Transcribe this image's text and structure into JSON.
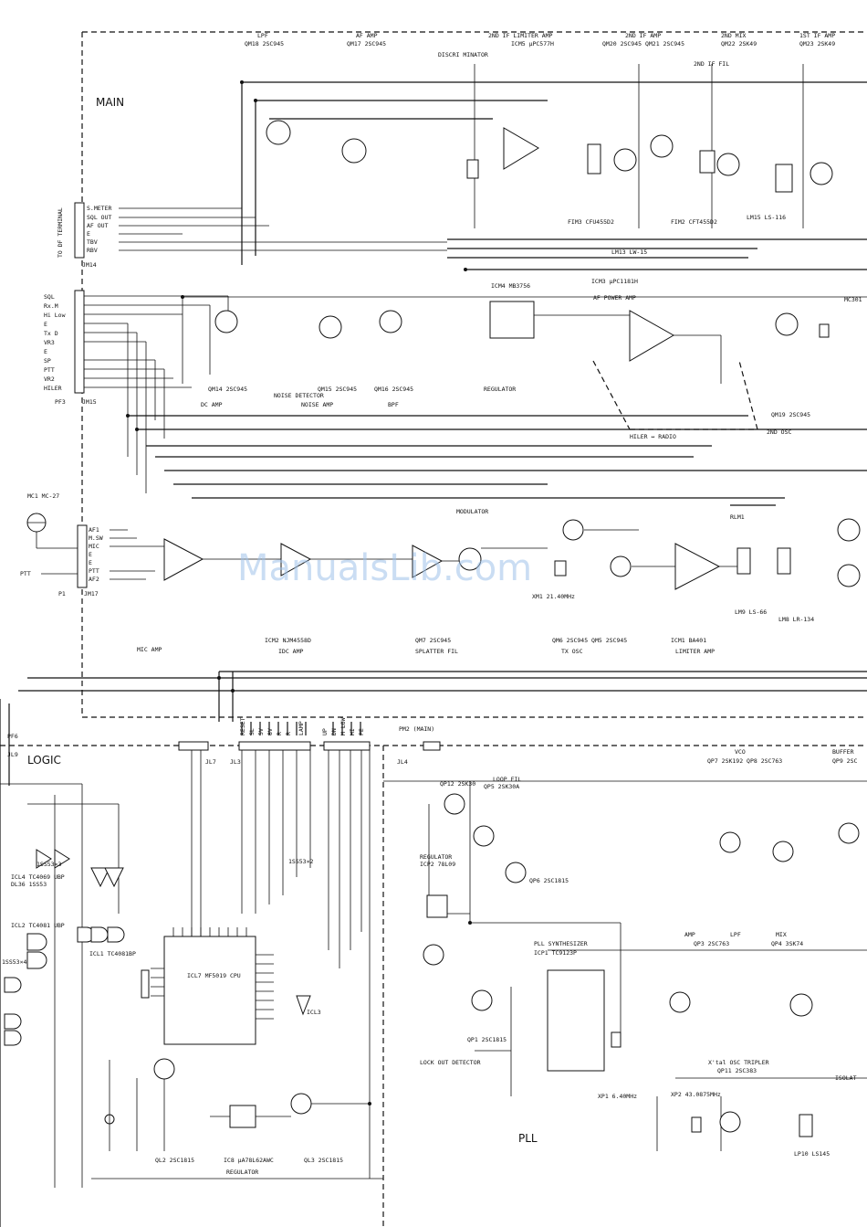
{
  "sections": {
    "main": "MAIN",
    "logic": "LOGIC",
    "pll": "PLL"
  },
  "watermark": "ManualsLib.com",
  "top_labels": [
    {
      "id": "lpf",
      "text": "LPF",
      "sub": "QM18 2SC945"
    },
    {
      "id": "af-amp",
      "text": "AF AMP",
      "sub": "QM17 2SC945"
    },
    {
      "id": "limiter",
      "text": "2ND IF LIMITER AMP",
      "sub": "ICM5 μPC577H"
    },
    {
      "id": "discri",
      "text": "DISCRI MINATOR",
      "sub": ""
    },
    {
      "id": "if2amp",
      "text": "2ND IF AMP",
      "sub": "QM20 2SC945  QM21 2SC945"
    },
    {
      "id": "mix2",
      "text": "2ND MIX",
      "sub": "QM22 2SK49"
    },
    {
      "id": "if1amp",
      "text": "1ST IF AMP",
      "sub": "QM23 2SK49"
    },
    {
      "id": "if2fil",
      "text": "2ND IF FIL",
      "sub": ""
    }
  ],
  "terminal_jm14": {
    "title": "TO DF TERMINAL",
    "ref": "JM14",
    "pins": [
      "S.METER",
      "SQL OUT",
      "AF OUT",
      "E",
      "TBV",
      "RBV"
    ]
  },
  "terminal_jm15": {
    "ref": "JM15",
    "plug": "PF3",
    "pins": [
      "SQL",
      "Rx.M",
      "Hi Low",
      "E",
      "Tx D",
      "VR3",
      "E",
      "SP",
      "PTT",
      "VR2",
      "HILER"
    ]
  },
  "terminal_jm17": {
    "ref": "JM17",
    "plug": "P1",
    "pins": [
      "AF1",
      "M.SW",
      "MIC",
      "E",
      "E",
      "PTT",
      "AF2"
    ]
  },
  "mic": {
    "ref": "MC1 MC-27",
    "ptt": "PTT"
  },
  "main_mid_labels": [
    {
      "id": "dc-amp",
      "text": "DC AMP",
      "sub": "QM14 2SC945"
    },
    {
      "id": "noise-det",
      "text": "NOISE DETECTOR",
      "sub": ""
    },
    {
      "id": "noise-amp",
      "text": "NOISE AMP",
      "sub": "QM15 2SC945"
    },
    {
      "id": "bpf",
      "text": "BPF",
      "sub": "QM16 2SC945"
    },
    {
      "id": "regulator-m",
      "text": "REGULATOR",
      "sub": "ICM4 MB3756"
    },
    {
      "id": "af-power",
      "text": "AF POWER AMP",
      "sub": "ICM3 μPC1181H"
    },
    {
      "id": "osc2",
      "text": "2ND OSC",
      "sub": "QM19 2SC945"
    },
    {
      "id": "hiler",
      "text": "HILER ↔ RADIO",
      "sub": ""
    },
    {
      "id": "lm13",
      "text": "LM13 LW-15",
      "sub": ""
    },
    {
      "id": "fim3",
      "text": "FIM3 CFU455D2",
      "sub": ""
    },
    {
      "id": "fim2",
      "text": "FIM2 CFT455D2",
      "sub": ""
    },
    {
      "id": "lm15",
      "text": "LM15 LS-116",
      "sub": ""
    },
    {
      "id": "mc301",
      "text": "MC301",
      "sub": ""
    }
  ],
  "main_bottom_labels": [
    {
      "id": "mic-amp",
      "text": "MIC AMP",
      "sub": ""
    },
    {
      "id": "idc-amp",
      "text": "IDC AMP",
      "sub": "ICM2 NJM4558D"
    },
    {
      "id": "splatter",
      "text": "SPLATTER FIL",
      "sub": "QM7 2SC945"
    },
    {
      "id": "modulator",
      "text": "MODULATOR",
      "sub": ""
    },
    {
      "id": "tx-osc",
      "text": "TX OSC",
      "sub": "QM6 2SC945  QM5 2SC945"
    },
    {
      "id": "limiter-amp",
      "text": "LIMITER AMP",
      "sub": "ICM1 BA401"
    },
    {
      "id": "xm1",
      "text": "XM1 21.40MHz",
      "sub": ""
    },
    {
      "id": "lm9",
      "text": "LM9 LS-66",
      "sub": ""
    },
    {
      "id": "lm8",
      "text": "LM8 LR-134",
      "sub": ""
    },
    {
      "id": "rlm1",
      "text": "RLM1",
      "sub": ""
    }
  ],
  "logic_connectors": {
    "pf6": "PF6",
    "jl9": "JL9",
    "jl7": "JL7",
    "jl3": "JL3",
    "jl4": "JL4",
    "pm2": "PM2 (MAIN)",
    "pins": [
      "RESET",
      "SL",
      "5V",
      "8V",
      "R",
      "R",
      "LAMP",
      "UP",
      "DN",
      "M LOW",
      "HI",
      "PE"
    ]
  },
  "logic_labels": [
    {
      "id": "tc4069",
      "text": "ICL4 TC4069 UBP"
    },
    {
      "id": "ds36",
      "text": "DL36 1SS53"
    },
    {
      "id": "tc4081",
      "text": "ICL2 TC4081 UBP"
    },
    {
      "id": "tc4081b",
      "text": "ICL1 TC4081BP"
    },
    {
      "id": "cpu",
      "text": "ICL7 MF5019 CPU"
    },
    {
      "id": "icl3",
      "text": "ICL3"
    },
    {
      "id": "regulator-l",
      "text": "REGULATOR"
    },
    {
      "id": "ic8",
      "text": "IC8 μA78L62AWC"
    },
    {
      "id": "ql2",
      "text": "QL2 2SC1815"
    },
    {
      "id": "ql3",
      "text": "QL3 2SC1815"
    },
    {
      "id": "ssx4",
      "text": "1SS53×4"
    },
    {
      "id": "ssx3",
      "text": "1SS53×3"
    },
    {
      "id": "ssx2",
      "text": "1SS53×2"
    }
  ],
  "pll_labels": [
    {
      "id": "loop-fil",
      "text": "LOOP FIL",
      "sub": "QP5 2SK30A"
    },
    {
      "id": "qp12",
      "text": "QP12 2SK30",
      "sub": ""
    },
    {
      "id": "reg-p",
      "text": "REGULATOR",
      "sub": "ICP2 78L09"
    },
    {
      "id": "pll-synth",
      "text": "PLL SYNTHESIZER",
      "sub": "ICP1 TC9123P"
    },
    {
      "id": "lockout",
      "text": "LOCK OUT DETECTOR",
      "sub": "QP1 2SC1815"
    },
    {
      "id": "qp6",
      "text": "QP6 2SC1815",
      "sub": ""
    },
    {
      "id": "vco",
      "text": "VCO",
      "sub": "QP7 2SK192  QP8 2SC763"
    },
    {
      "id": "buffer",
      "text": "BUFFER",
      "sub": "QP9 2SC"
    },
    {
      "id": "lpf-p",
      "text": "LPF",
      "sub": ""
    },
    {
      "id": "amp-p",
      "text": "AMP",
      "sub": "QP3 2SC763"
    },
    {
      "id": "mix-p",
      "text": "MIX",
      "sub": "QP4 3SK74"
    },
    {
      "id": "tripler",
      "text": "X'tal OSC TRIPLER",
      "sub": "QP11 2SC383"
    },
    {
      "id": "xp1",
      "text": "XP1 6.40MHz",
      "sub": ""
    },
    {
      "id": "xp2",
      "text": "XP2 43.0875MHz",
      "sub": ""
    },
    {
      "id": "lp10",
      "text": "LP10 LS145",
      "sub": ""
    },
    {
      "id": "isolat",
      "text": "ISOLAT",
      "sub": ""
    }
  ]
}
